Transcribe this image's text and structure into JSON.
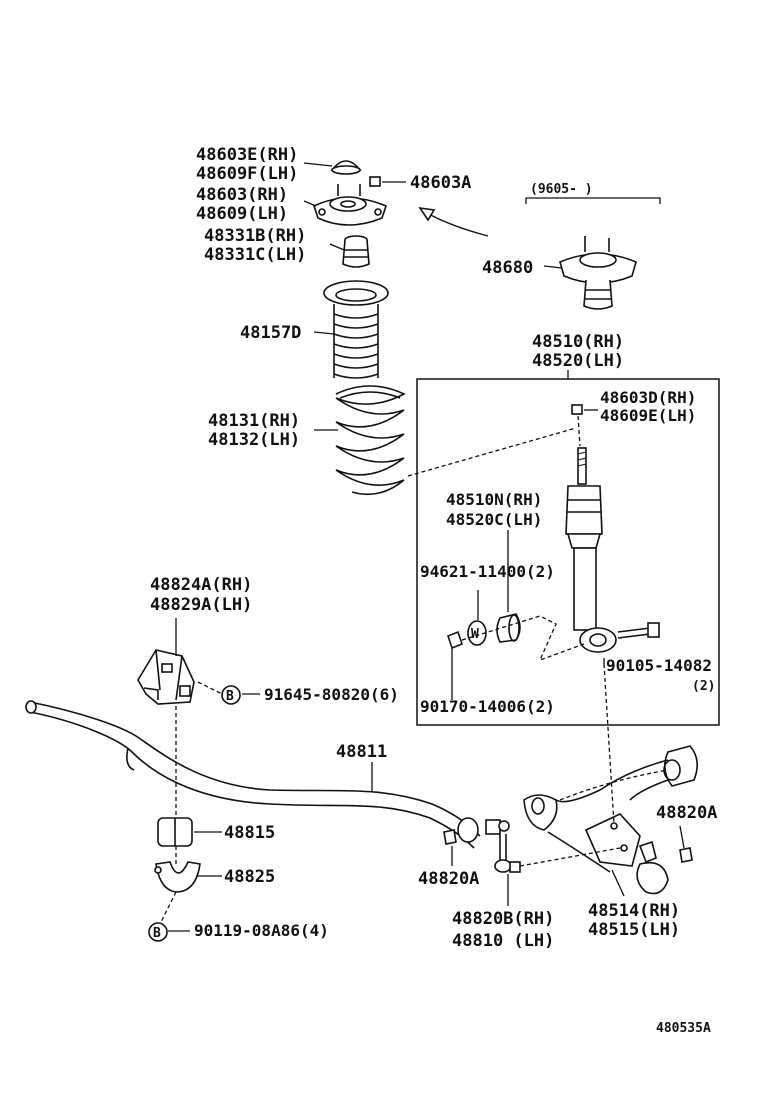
{
  "diagram": {
    "figure_code": "480535A",
    "date_range_note": "(9605-        )",
    "callouts": {
      "upper_support_seat": [
        "48603E(RH)",
        "48609F(LH)"
      ],
      "upper_support": [
        "48603(RH)",
        "48609(LH)"
      ],
      "upper_nut": "48603A",
      "bound_stopper": [
        "48331B(RH)",
        "48331C(LH)"
      ],
      "alt_support": "48680",
      "dust_boot": "48157D",
      "absorber_assy": [
        "48510(RH)",
        "48520(LH)"
      ],
      "absorber_nut": [
        "48603D(RH)",
        "48609E(LH)"
      ],
      "coil_spring": [
        "48131(RH)",
        "48132(LH)"
      ],
      "absorber_sub": [
        "48510N(RH)",
        "48520C(LH)"
      ],
      "cushion": "94621-11400(2)",
      "bracket": [
        "48824A(RH)",
        "48829A(LH)"
      ],
      "bracket_bolt": "91645-80820(6)",
      "lower_bolt": "90105-14082",
      "lower_bolt_qty": "(2)",
      "lower_nut": "90170-14006(2)",
      "stabilizer_bar": "48811",
      "stabilizer_bushing": "48815",
      "stabilizer_clamp": "48825",
      "arm_nut": "48820A",
      "link_nut": "48820A",
      "stabilizer_link": [
        "48820B(RH)",
        "48810  (LH)"
      ],
      "lower_arm": [
        "48514(RH)",
        "48515(LH)"
      ],
      "clamp_bolt": "90119-08A86(4)",
      "b_marker": "B",
      "w_marker": "W"
    }
  }
}
